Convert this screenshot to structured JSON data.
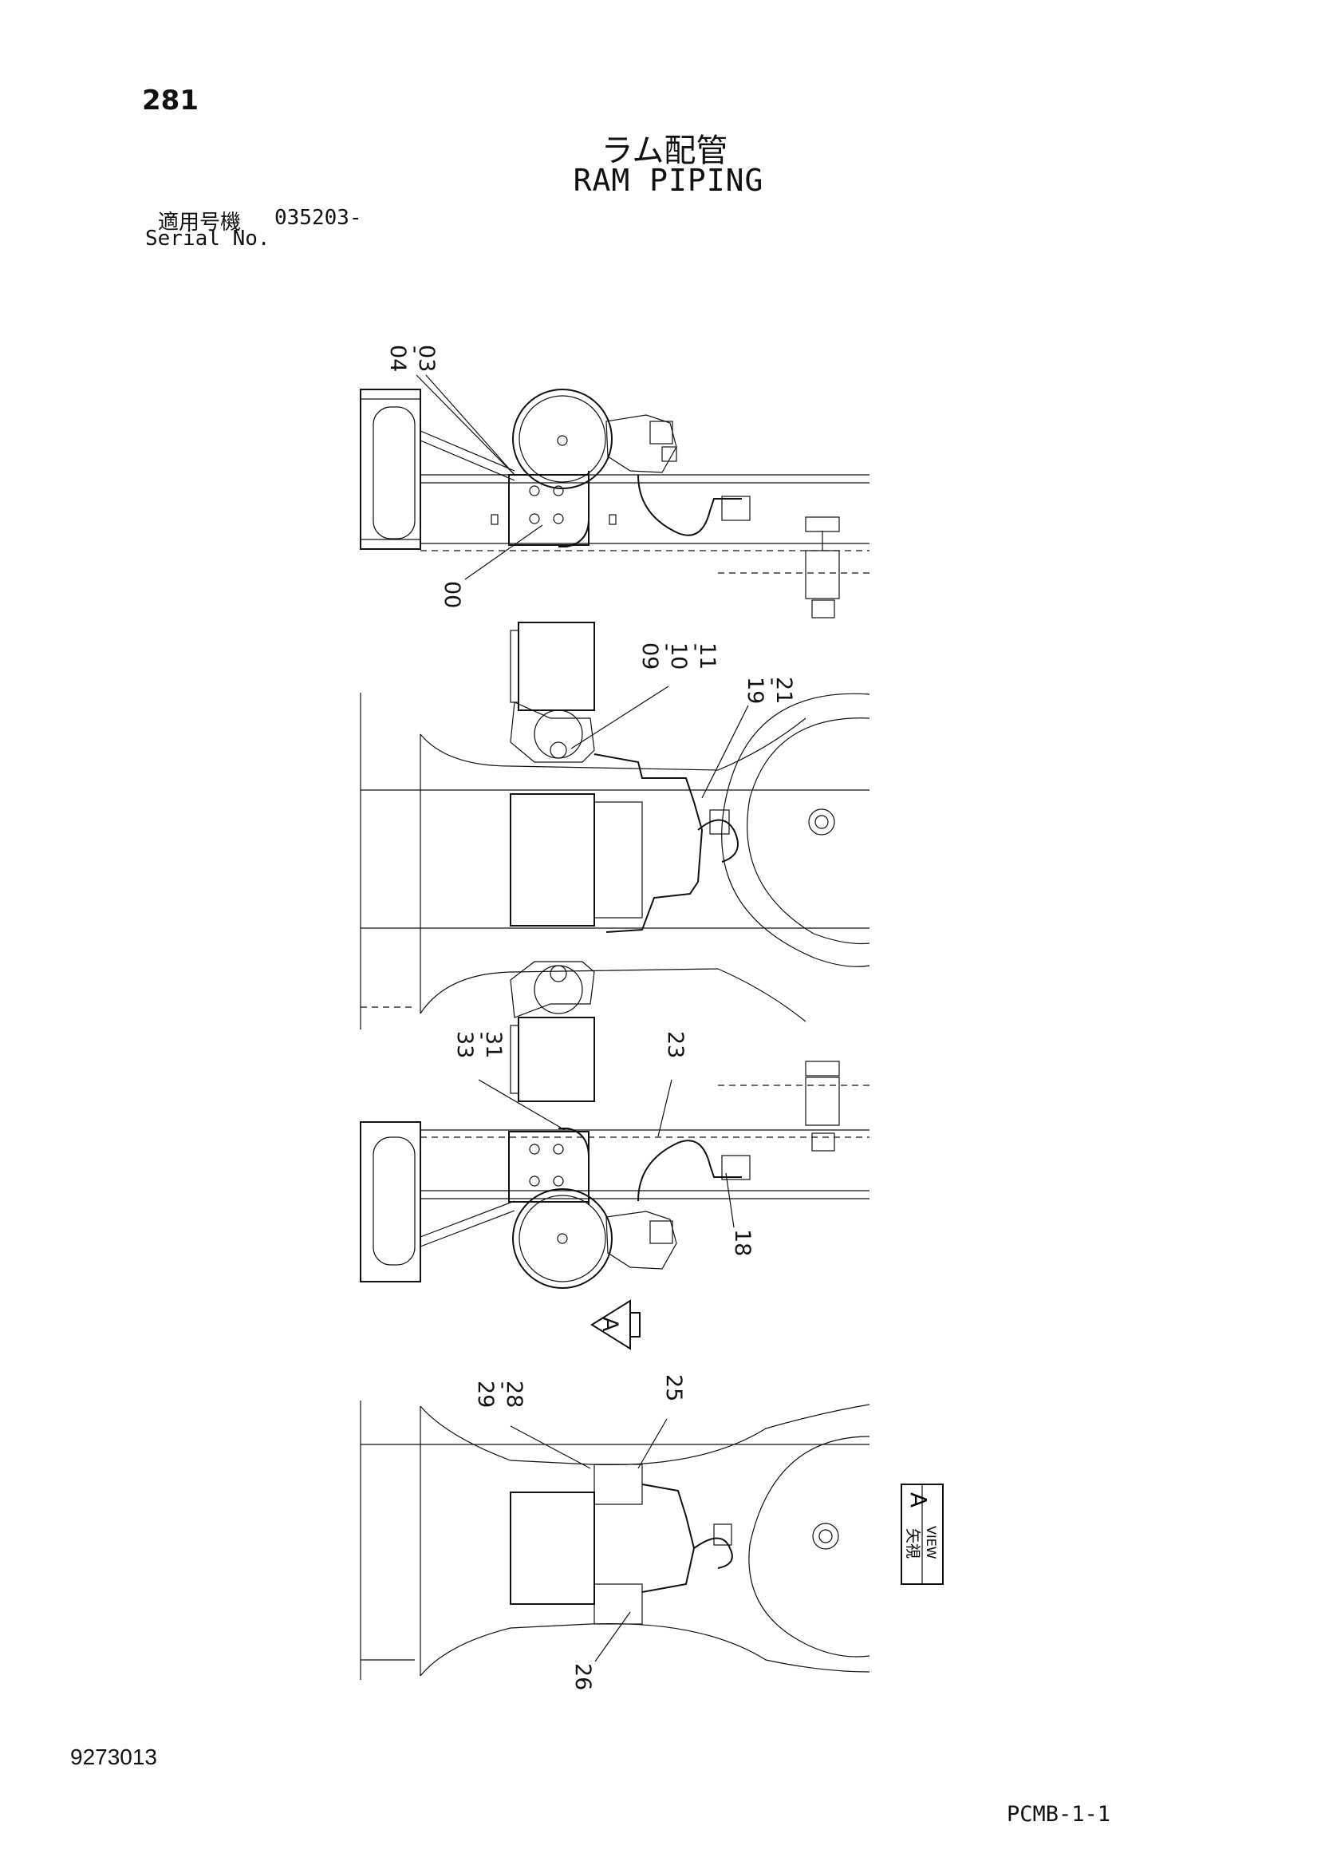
{
  "header": {
    "page_number": "281",
    "title_jp": "ラム配管",
    "title_en": "RAM PIPING",
    "serial_label_jp": "適用号機",
    "serial_value": "035203-",
    "serial_label_en": "Serial No."
  },
  "footer": {
    "doc_code": "9273013",
    "sheet_code": "PCMB-1-1"
  },
  "diagram": {
    "callouts": {
      "c_04_03": [
        "04",
        "03"
      ],
      "c_00": "00",
      "c_09_10_11": [
        "09",
        "10",
        "11"
      ],
      "c_19_21": [
        "19",
        "21"
      ],
      "c_33_31": [
        "33",
        "31"
      ],
      "c_23": "23",
      "c_18": "18",
      "c_arrow_a": "A",
      "c_29_28": [
        "29",
        "28"
      ],
      "c_25": "25",
      "c_26": "26"
    },
    "view_label": {
      "jp": "矢視",
      "en": "VIEW",
      "letter": "A"
    }
  }
}
